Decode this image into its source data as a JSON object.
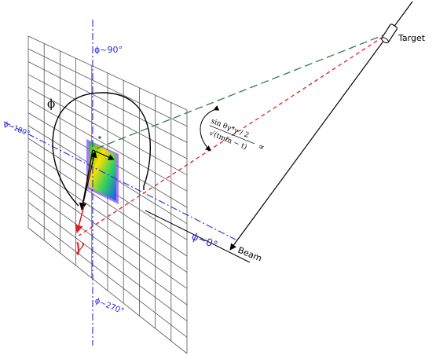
{
  "labels": {
    "target": "Target",
    "beam": "Beam",
    "phi": "ϕ",
    "phi_90": "ϕ~90°",
    "phi_180": "ϕ~180°",
    "phi_0": "ϕ~0°",
    "phi_270": "ϕ~270°",
    "gamma": "γ"
  },
  "formula": {
    "numerator": "sin θγ*γ / 2",
    "denominator": "√(tmin − t)",
    "proportional": "∝"
  },
  "colors": {
    "grid": "#555555",
    "beam": "#000000",
    "guide_blue": "#2a2ad8",
    "green_dashed": "#2e7d4f",
    "red_dashed": "#e02020",
    "gamma": "#e02020"
  }
}
